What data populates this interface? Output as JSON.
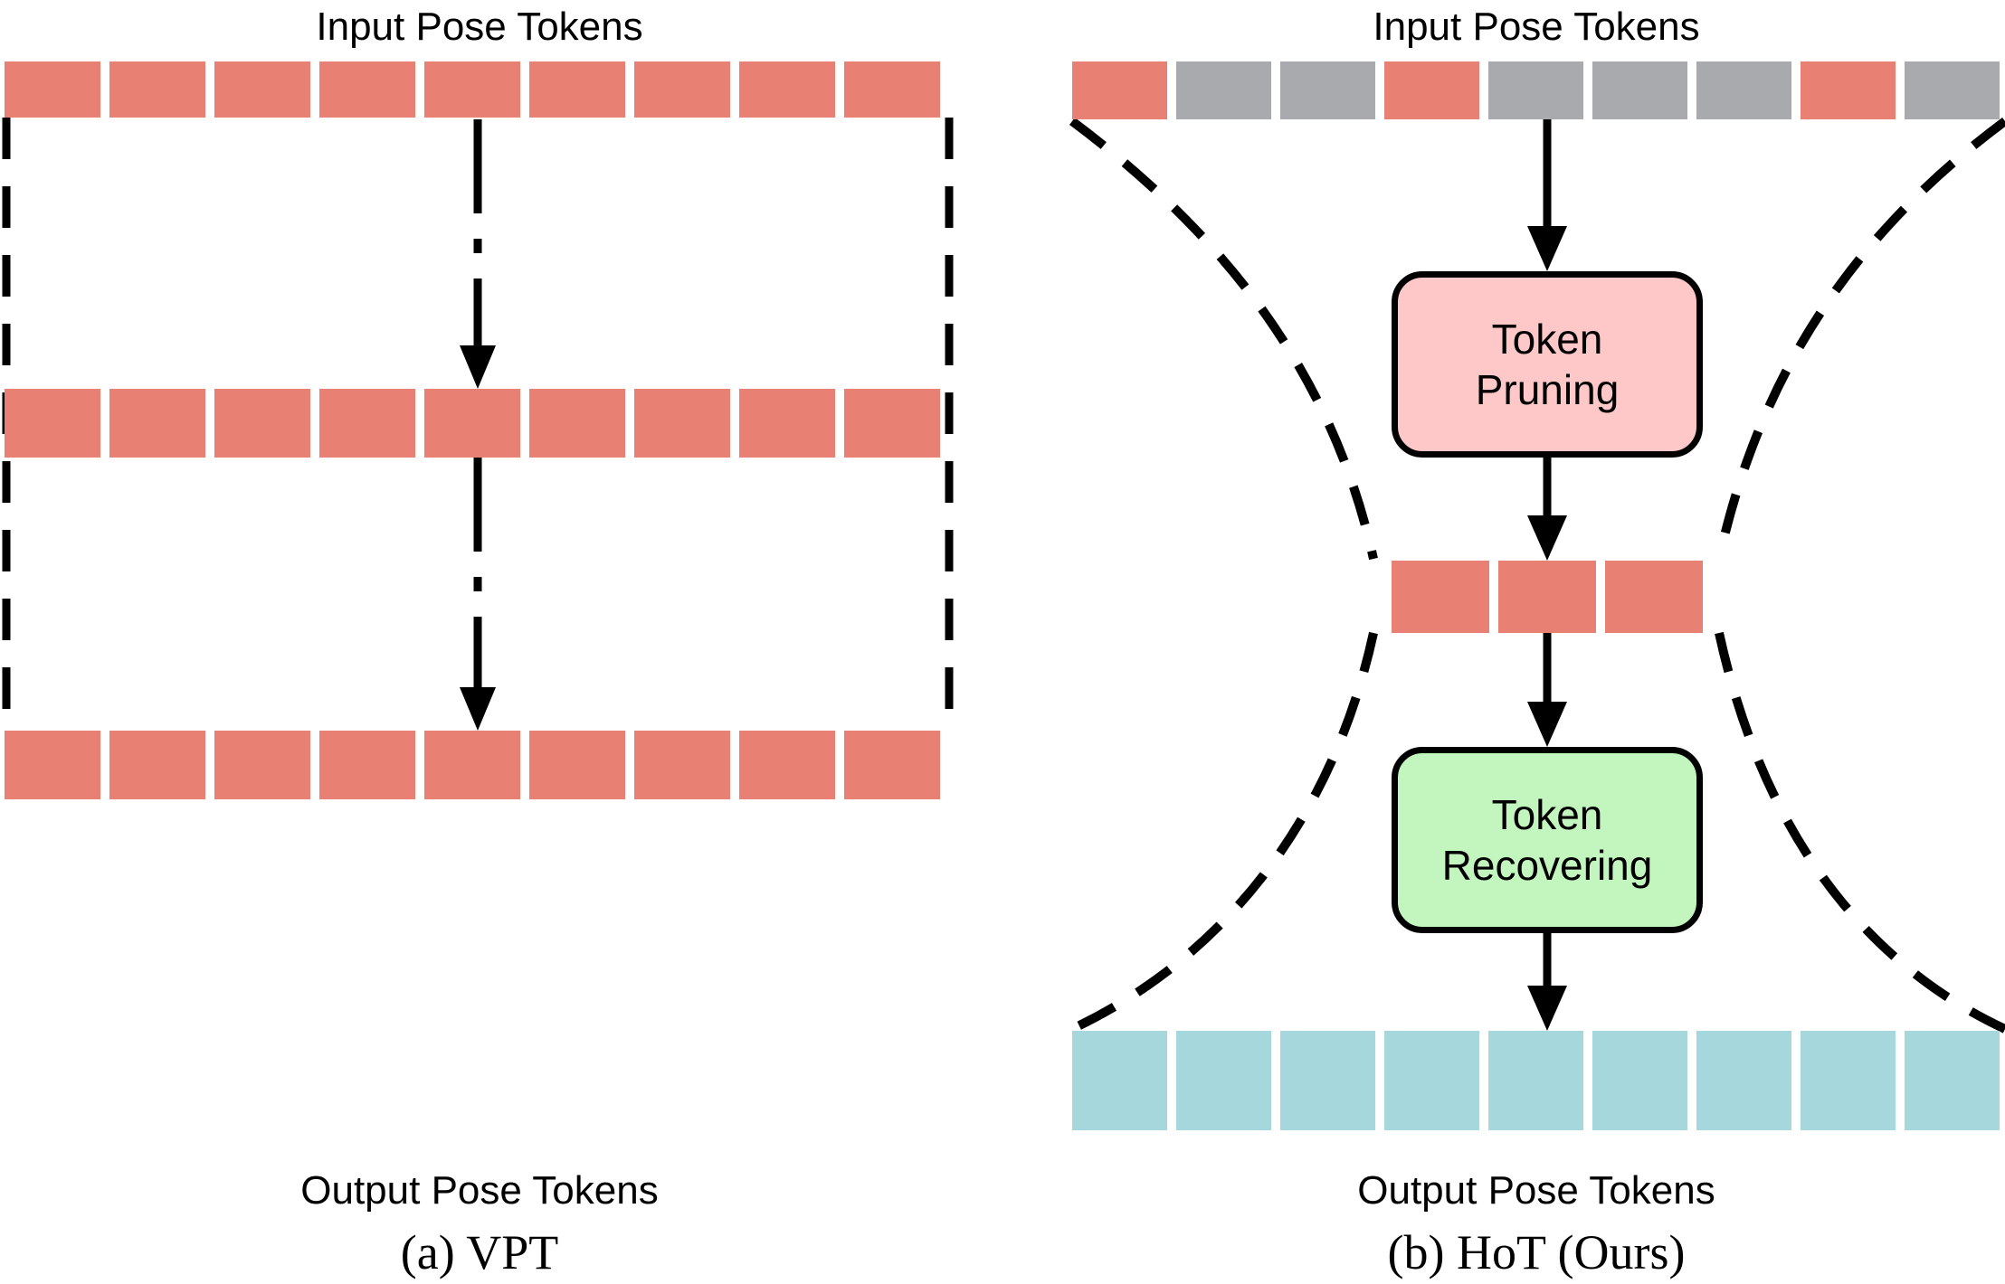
{
  "figure": {
    "title": "Comparison of VPT and HoT token pipelines",
    "background": "#ffffff"
  },
  "colors": {
    "token_red": "#e88074",
    "token_gray": "#a9aaae",
    "token_teal": "#a6d7dc",
    "box_pink": "#ffc8c8",
    "box_green": "#c3f5be",
    "line": "#000000"
  },
  "panels": [
    {
      "id": "vpt",
      "caption": "(a) VPT",
      "top_label": "Input Pose Tokens",
      "bottom_label": "Output Pose Tokens",
      "rows": [
        {
          "name": "input-row",
          "tokens": [
            "red",
            "red",
            "red",
            "red",
            "red",
            "red",
            "red",
            "red",
            "red"
          ]
        },
        {
          "name": "intermediate-row",
          "tokens": [
            "red",
            "red",
            "red",
            "red",
            "red",
            "red",
            "red",
            "red",
            "red"
          ]
        },
        {
          "name": "output-row",
          "tokens": [
            "red",
            "red",
            "red",
            "red",
            "red",
            "red",
            "red",
            "red",
            "red"
          ]
        }
      ],
      "boxes": [],
      "arrows": [
        "dashdot-down-upper",
        "dashdot-down-lower"
      ],
      "side_borders": "dashed-vertical"
    },
    {
      "id": "hot",
      "caption": "(b) HoT (Ours)",
      "top_label": "Input Pose Tokens",
      "bottom_label": "Output Pose Tokens",
      "rows": [
        {
          "name": "input-row",
          "tokens": [
            "red",
            "gray",
            "gray",
            "red",
            "gray",
            "gray",
            "gray",
            "red",
            "gray"
          ]
        },
        {
          "name": "pruned-row",
          "tokens": [
            "red",
            "red",
            "red"
          ]
        },
        {
          "name": "output-row",
          "tokens": [
            "teal",
            "teal",
            "teal",
            "teal",
            "teal",
            "teal",
            "teal",
            "teal",
            "teal"
          ]
        }
      ],
      "boxes": [
        {
          "name": "token-pruning-box",
          "line1": "Token",
          "line2": "Pruning",
          "fill": "#ffc8c8"
        },
        {
          "name": "token-recovering-box",
          "line1": "Token",
          "line2": "Recovering",
          "fill": "#c3f5be"
        }
      ],
      "arrows": [
        "solid-down-to-pruning",
        "solid-down-to-pruned-row",
        "solid-down-to-recovering",
        "solid-down-to-output"
      ],
      "side_borders": "dashed-hourglass-curves"
    }
  ]
}
